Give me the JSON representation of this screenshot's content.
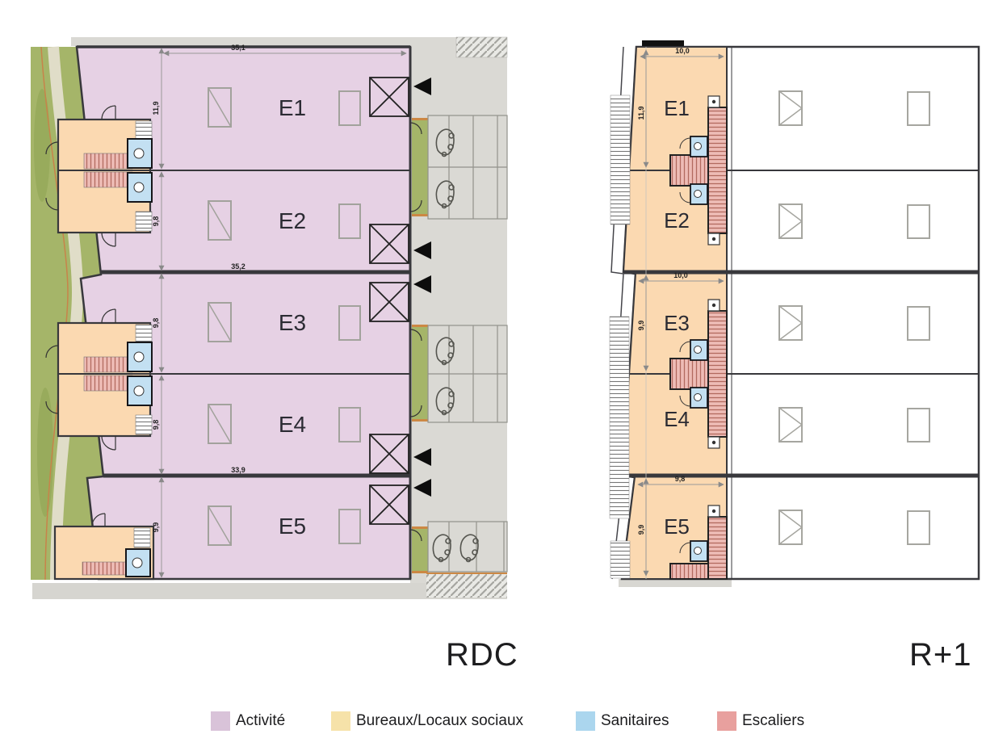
{
  "plans": [
    {
      "id": "rdc",
      "title": "RDC",
      "units": [
        {
          "label": "E1",
          "height": "11,9"
        },
        {
          "label": "E2",
          "height": "9,8"
        },
        {
          "label": "E3",
          "height": "9,8"
        },
        {
          "label": "E4",
          "height": "9,8"
        },
        {
          "label": "E5",
          "height": "9,9"
        }
      ],
      "widths": {
        "e1_block": "35,1",
        "e3_block": "35,2",
        "e5_block": "33,9"
      }
    },
    {
      "id": "r1",
      "title": "R+1",
      "units": [
        {
          "label": "E1",
          "height": "11,9"
        },
        {
          "label": "E2"
        },
        {
          "label": "E3",
          "height": "9,9"
        },
        {
          "label": "E4"
        },
        {
          "label": "E5",
          "height": "9,9"
        }
      ],
      "widths": {
        "e1_block": "10,0",
        "e3_block": "10,0",
        "e5_block": "9,8"
      }
    }
  ],
  "legend": {
    "items": [
      {
        "label": "Activité",
        "color": "#d9c3d9"
      },
      {
        "label": "Bureaux/Locaux sociaux",
        "color": "#f6e2a9"
      },
      {
        "label": "Sanitaires",
        "color": "#abd6ee"
      },
      {
        "label": "Escaliers",
        "color": "#e8a09e"
      }
    ]
  },
  "colors": {
    "activite_plan": "#e6d1e4",
    "bureaux_plan": "#fbd9b1",
    "sanitaires_plan": "#c3e0f2",
    "escaliers_plan": "#eebcb6",
    "parking": "#dad9d4",
    "grass": "#a5b569"
  }
}
